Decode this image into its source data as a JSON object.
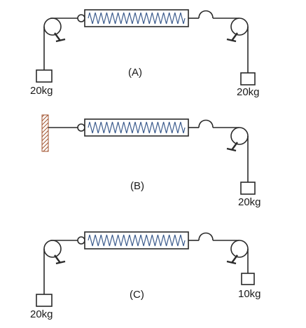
{
  "panels": [
    {
      "id": "A",
      "label": "(A)",
      "left_support": "pulley",
      "left_mass": "20kg",
      "right_mass": "20kg"
    },
    {
      "id": "B",
      "label": "(B)",
      "left_support": "wall",
      "left_mass": "",
      "right_mass": "20kg"
    },
    {
      "id": "C",
      "label": "(C)",
      "left_support": "pulley",
      "left_mass": "20kg",
      "right_mass": "10kg"
    }
  ],
  "colors": {
    "spring": "#3a5a8c",
    "wall": "#a0522d",
    "line": "#2a2a2a"
  }
}
